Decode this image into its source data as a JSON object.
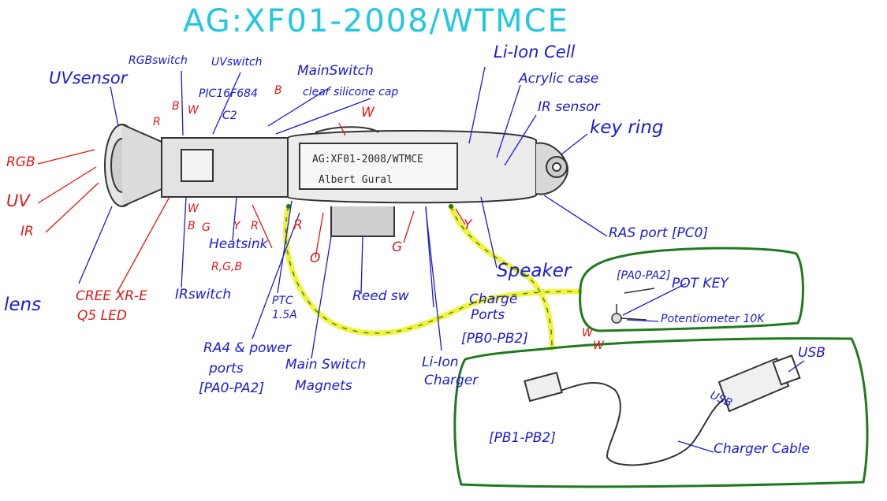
{
  "title": "AG:XF01-2008/WTMCE",
  "engraving": {
    "line1": "AG:XF01-2008/WTMCE",
    "line2": "Albert Gural"
  },
  "labels_blue": {
    "uv_sensor": "UVsensor",
    "rgb_switch": "RGBswitch",
    "uv_switch": "UVswitch",
    "main_switch": "MainSwitch",
    "pic": "PIC16F684",
    "c2": "C2",
    "silicone_cap": "clear silicone cap",
    "li_ion_cell": "Li-Ion Cell",
    "acrylic_case": "Acrylic case",
    "ir_sensor": "IR sensor",
    "key_ring": "key ring",
    "heatsink": "Heatsink",
    "ras_port": "RAS port [PC0]",
    "speaker": "Speaker",
    "pot_ports": "[PA0-PA2]",
    "pot_key": "POT KEY",
    "potentiometer": "Potentiometer 10K",
    "lens": "lens",
    "ir_switch": "IRswitch",
    "ptc_1": "PTC",
    "ptc_2": "1.5A",
    "reed_sw": "Reed sw",
    "charge_1": "Charge",
    "charge_2": "Ports",
    "charge_3": "[PB0-PB2]",
    "ra4_1": "RA4 & power",
    "ra4_2": "ports",
    "ra4_3": "[PA0-PA2]",
    "magnets_1": "Main Switch",
    "magnets_2": "Magnets",
    "charger_1": "Li-Ion",
    "charger_2": "Charger",
    "usb": "USB",
    "usb_plug": "USB",
    "pb_ports": "[PB1-PB2]",
    "charger_cable": "Charger Cable"
  },
  "labels_red": {
    "rgb": "RGB",
    "uv": "UV",
    "ir": "IR",
    "led_1": "CREE XR-E",
    "led_2": "Q5 LED",
    "r1": "R",
    "b1": "B",
    "w1": "W",
    "b2": "B",
    "w_top": "W",
    "w_wire": "W",
    "wire_b": "B",
    "wire_g": "G",
    "wire_y": "Y",
    "wire_r": "R",
    "rgb_small": "R,G,B",
    "r2": "R",
    "o": "O",
    "g": "G",
    "y": "Y",
    "w_pot1": "W",
    "w_pot2": "W"
  },
  "colors": {
    "title": "#22c8e0",
    "label_blue": "#1a1ad8",
    "label_red": "#e01818",
    "wire_yellow": "#f2f23c",
    "outline_green": "#1f7a1f",
    "sketch": "#333333"
  }
}
